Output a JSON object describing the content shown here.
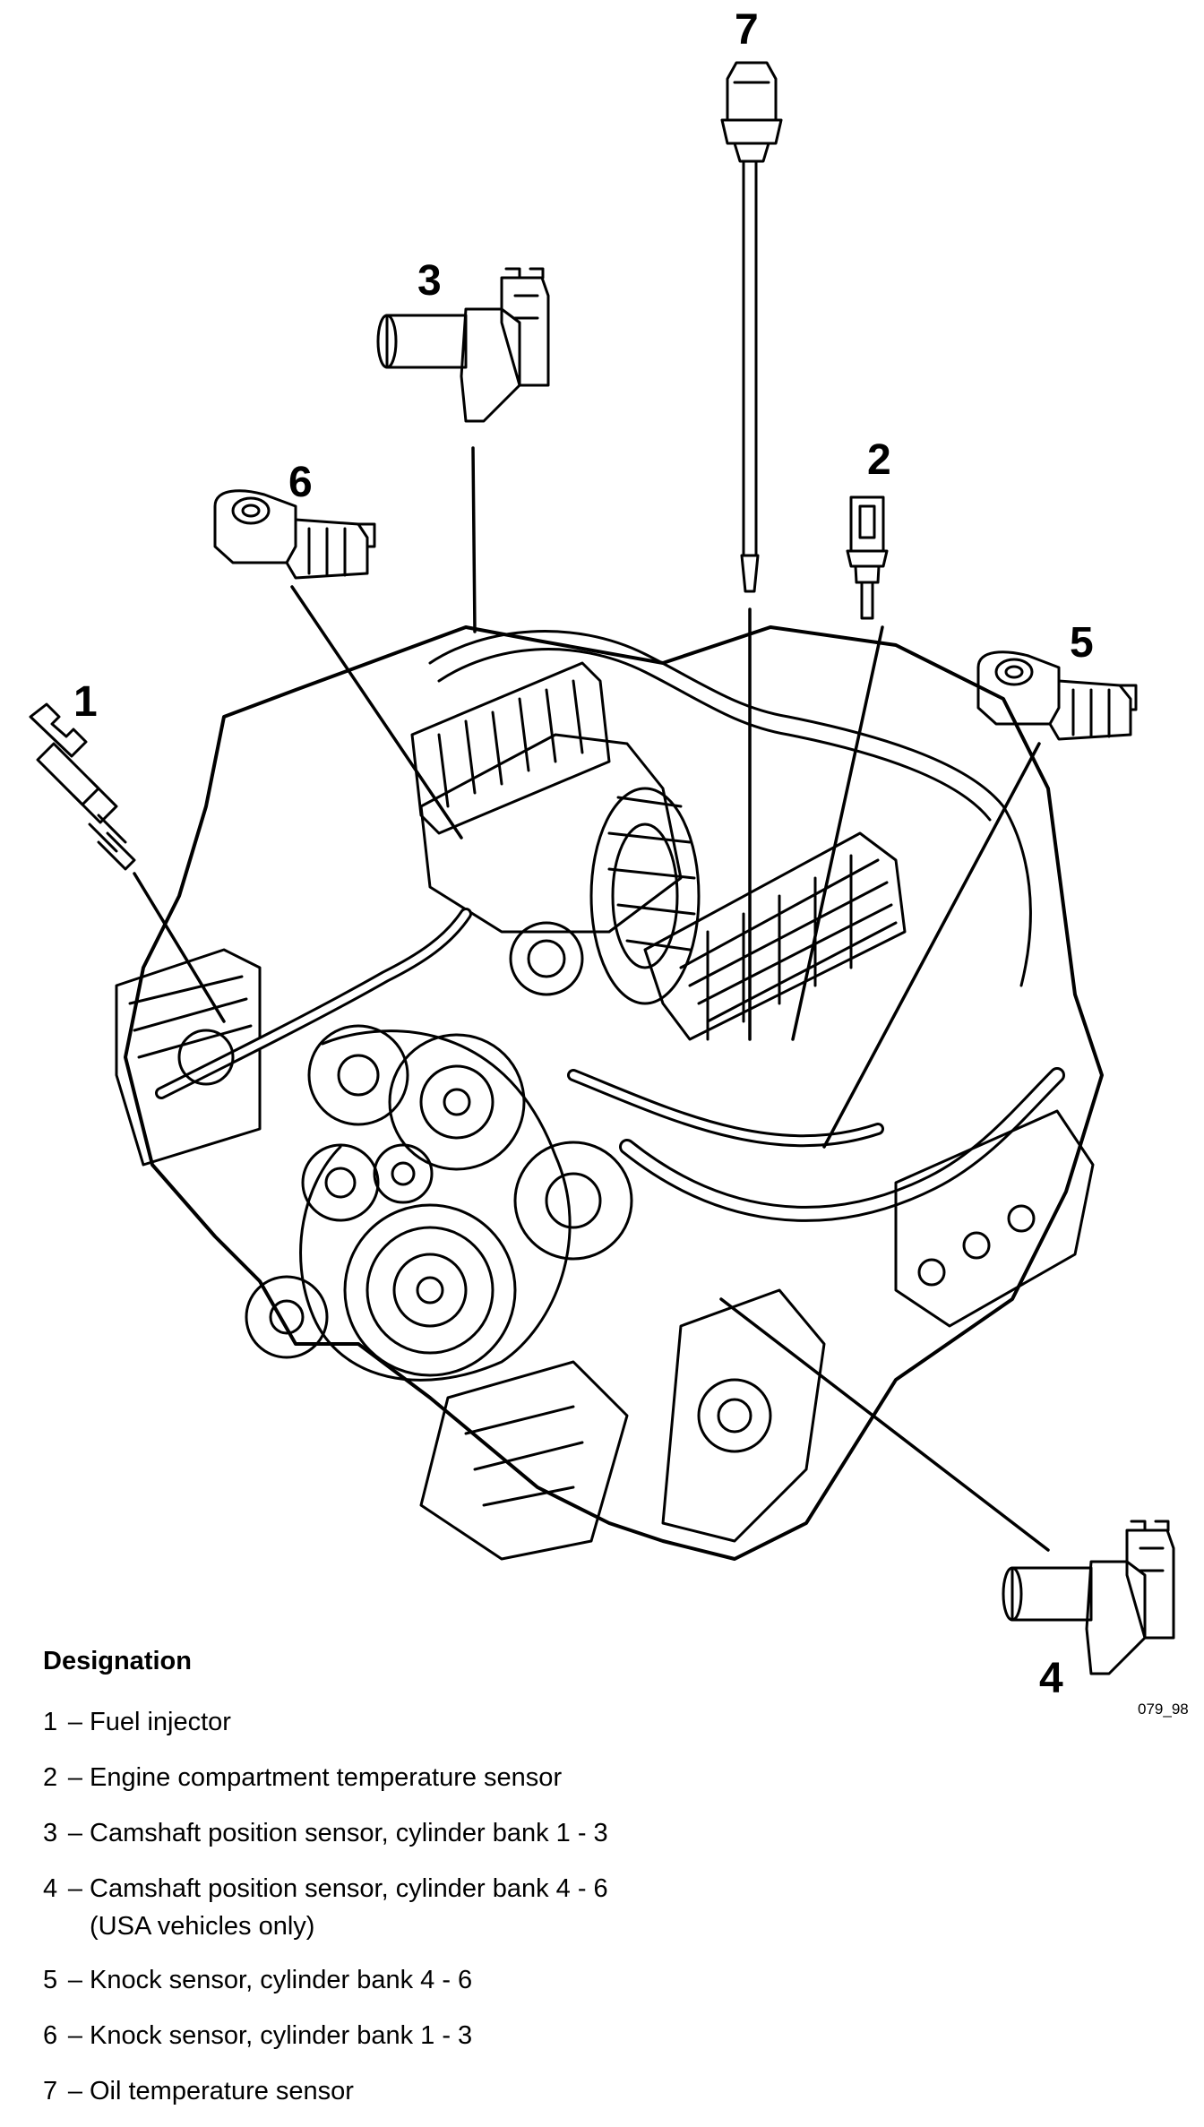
{
  "callouts": {
    "c1": "1",
    "c2": "2",
    "c3": "3",
    "c4": "4",
    "c5": "5",
    "c6": "6",
    "c7": "7"
  },
  "figure_ref": "079_98",
  "designation": {
    "title": "Designation",
    "items": [
      {
        "num": "1",
        "dash": "–",
        "text": "Fuel injector",
        "cont": ""
      },
      {
        "num": "2",
        "dash": "–",
        "text": "Engine compartment temperature sensor",
        "cont": ""
      },
      {
        "num": "3",
        "dash": "–",
        "text": "Camshaft position sensor, cylinder bank 1 - 3",
        "cont": ""
      },
      {
        "num": "4",
        "dash": "–",
        "text": "Camshaft position sensor, cylinder bank 4 - 6",
        "cont": "(USA vehicles only)"
      },
      {
        "num": "5",
        "dash": "–",
        "text": "Knock sensor, cylinder bank 4 - 6",
        "cont": ""
      },
      {
        "num": "6",
        "dash": "–",
        "text": "Knock sensor, cylinder bank 1 - 3",
        "cont": ""
      },
      {
        "num": "7",
        "dash": "–",
        "text": "Oil temperature sensor",
        "cont": ""
      }
    ]
  }
}
